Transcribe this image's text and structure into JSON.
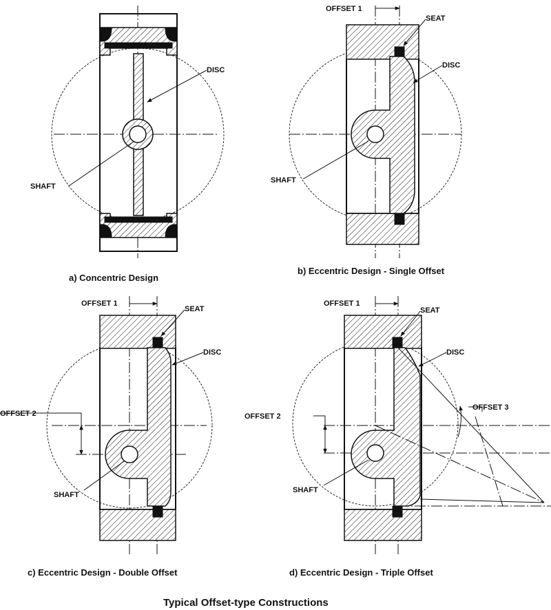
{
  "figure_title": "Typical Offset-type Constructions",
  "panels": {
    "a": {
      "caption": "a) Concentric Design",
      "labels": {
        "disc": "DISC",
        "shaft": "SHAFT"
      }
    },
    "b": {
      "caption": "b) Eccentric Design - Single Offset",
      "labels": {
        "offset1": "OFFSET 1",
        "seat": "SEAT",
        "disc": "DISC",
        "shaft": "SHAFT"
      }
    },
    "c": {
      "caption": "c) Eccentric Design - Double Offset",
      "labels": {
        "offset1": "OFFSET 1",
        "offset2": "OFFSET 2",
        "seat": "SEAT",
        "disc": "DISC",
        "shaft": "SHAFT"
      }
    },
    "d": {
      "caption": "d) Eccentric Design - Triple Offset",
      "labels": {
        "offset1": "OFFSET 1",
        "offset2": "OFFSET 2",
        "offset3": "OFFSET 3",
        "seat": "SEAT",
        "disc": "DISC",
        "shaft": "SHAFT"
      }
    }
  }
}
